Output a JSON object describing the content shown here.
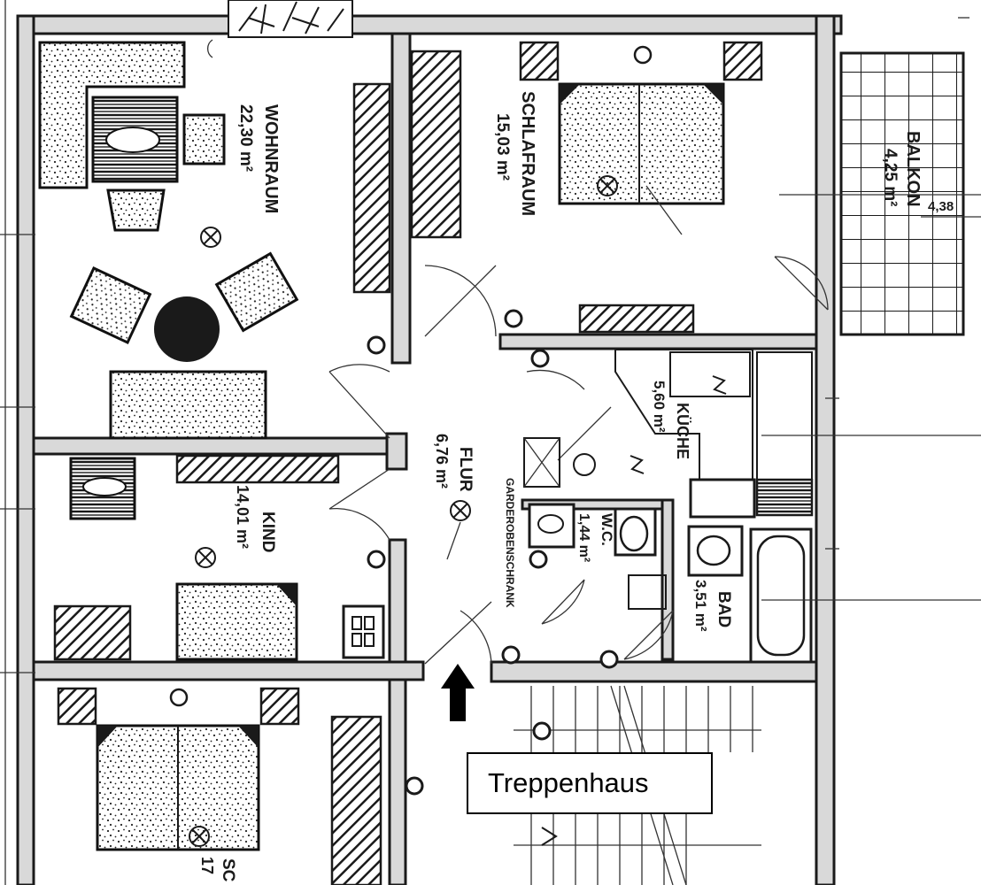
{
  "rooms": {
    "wohnraum": {
      "name": "WOHNRAUM",
      "area": "22,30 m²"
    },
    "schlafraum": {
      "name": "SCHLAFRAUM",
      "area": "15,03 m²"
    },
    "balkon": {
      "name": "BALKON",
      "area": "4,25 m²"
    },
    "kueche": {
      "name": "KÜCHE",
      "area": "5,60 m²"
    },
    "flur": {
      "name": "FLUR",
      "area": "6,76 m²"
    },
    "kind": {
      "name": "KIND",
      "area": "14,01 m²"
    },
    "wc": {
      "name": "W.C.",
      "area": "1,44 m²"
    },
    "bad": {
      "name": "BAD",
      "area": "3,51 m²"
    },
    "partial_room": {
      "name": "SC",
      "area": "17"
    }
  },
  "annotations": {
    "wardrobe": "GARDEROBENSCHRANK",
    "dimension": "4,38"
  },
  "callout": {
    "label": "Treppenhaus"
  },
  "colors": {
    "ink": "#1a1a1a",
    "wall_fill": "#d9d9d9",
    "paper": "#ffffff",
    "arrow": "#000000"
  },
  "icons": {
    "arrow": "arrow-up-icon",
    "lamp": "ceiling-light-icon"
  }
}
